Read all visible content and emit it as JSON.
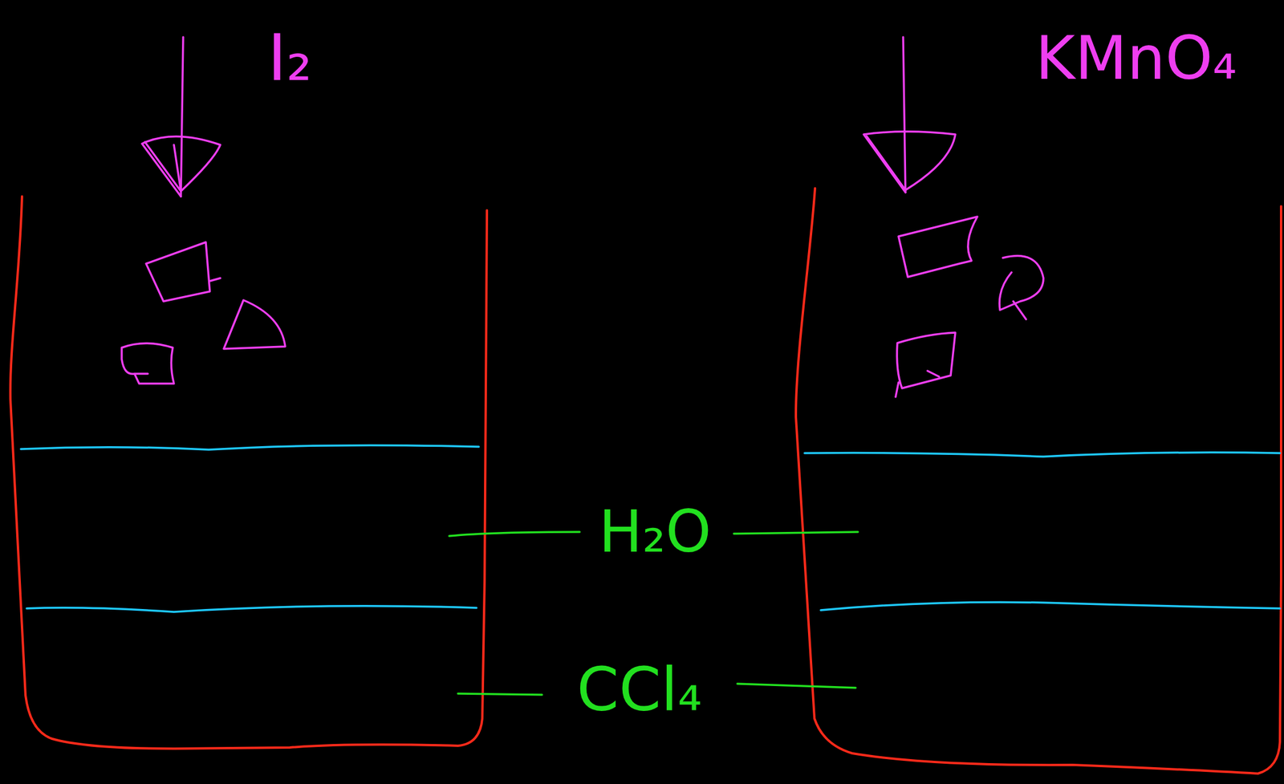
{
  "diagram": {
    "labels": [
      "I₂",
      "KMnO₄",
      "H₂O",
      "CCl₄"
    ]
  }
}
